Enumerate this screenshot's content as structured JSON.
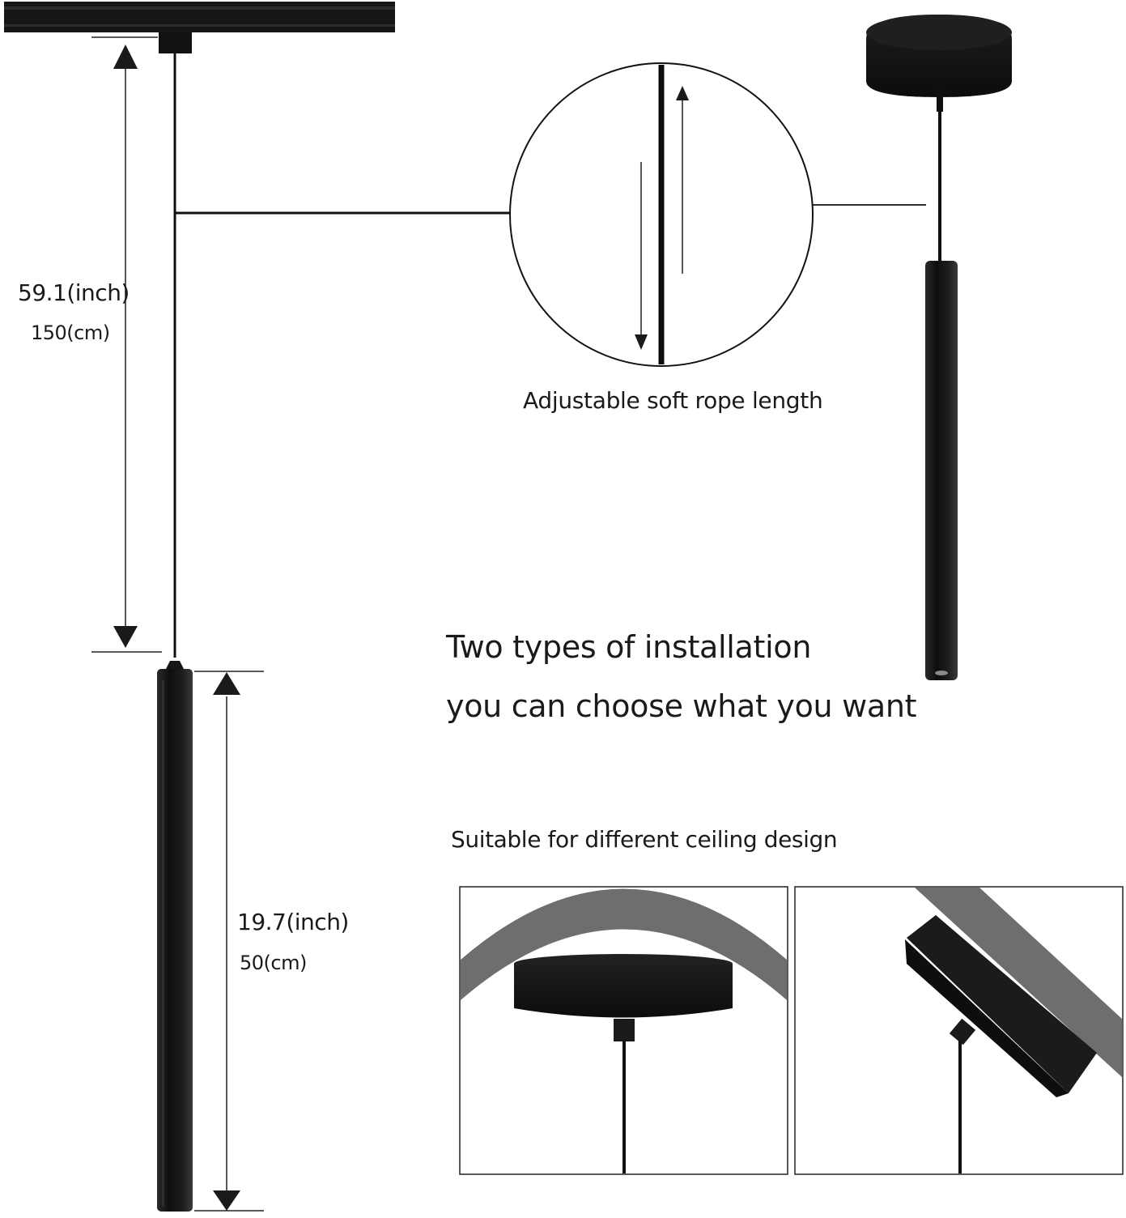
{
  "dimensions": {
    "cable_length_inch": "59.1(inch)",
    "cable_length_cm": "150(cm)",
    "tube_length_inch": "19.7(inch)",
    "tube_length_cm": "50(cm)"
  },
  "zoom_detail": {
    "caption": "Adjustable soft rope length"
  },
  "installation": {
    "headline_line1": "Two types of installation",
    "headline_line2": "you can choose what you want"
  },
  "ceiling": {
    "title": "Suitable for different ceiling design"
  },
  "colors": {
    "fixture_black": "#151515",
    "ceiling_gray": "#6e6e6e",
    "background": "#ffffff",
    "text": "#1a1a1a"
  }
}
